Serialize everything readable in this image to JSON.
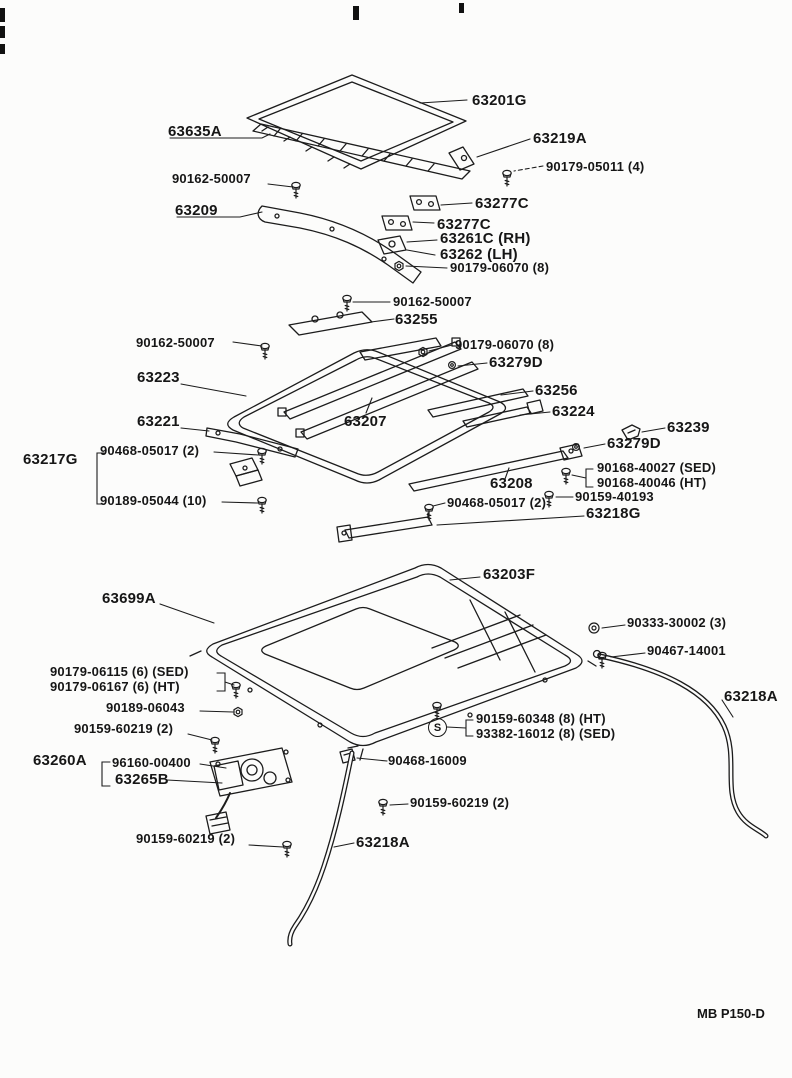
{
  "page": {
    "footer_code": "MB P150-D",
    "symbol_s": "S"
  },
  "labels": {
    "glass_panel": "63201G",
    "rail_63635a": "63635A",
    "bracket_63219a": "63219A",
    "screw_90179_05011": "90179-05011 (4)",
    "screw_90162_1": "90162-50007",
    "frame_63209": "63209",
    "plate_63277c_1": "63277C",
    "plate_63277c_2": "63277C",
    "bracket_63261c": "63261C (RH)",
    "bracket_63262": "63262 (LH)",
    "nut_90179_06070_1": "90179-06070 (8)",
    "screw_90162_2": "90162-50007",
    "rail_63255": "63255",
    "screw_90162_3": "90162-50007",
    "nut_90179_06070_2": "90179-06070 (8)",
    "clip_63279d_1": "63279D",
    "weatherstrip_63223": "63223",
    "rail_63256": "63256",
    "bracket_63221": "63221",
    "rail_63207": "63207",
    "rail_63224": "63224",
    "clip_63239": "63239",
    "clip_63279d_2": "63279D",
    "bracket_63217g": "63217G",
    "screw_90468_05017_1": "90468-05017 (2)",
    "bolt_90168_40027": "90168-40027 (SED)",
    "bolt_90168_40046": "90168-40046 (HT)",
    "rail_63208": "63208",
    "screw_90159_40193": "90159-40193",
    "screw_90189_05044": "90189-05044 (10)",
    "screw_90468_05017_2": "90468-05017 (2)",
    "guide_63218g": "63218G",
    "housing_63203f": "63203F",
    "seal_63699a": "63699A",
    "grommet_90333_30002": "90333-30002 (3)",
    "screw_90467_14001": "90467-14001",
    "screw_90179_06115": "90179-06115 (6) (SED)",
    "screw_90179_06167": "90179-06167 (6) (HT)",
    "hose_63218a_right": "63218A",
    "nut_90189_06043": "90189-06043",
    "screw_90159_60219_1": "90159-60219 (2)",
    "screw_90159_60348": "90159-60348 (8) (HT)",
    "screw_93382_16012": "93382-16012 (8) (SED)",
    "motor_63260a": "63260A",
    "motor_96160_00400": "96160-00400",
    "bracket_63265b": "63265B",
    "clip_90468_16009": "90468-16009",
    "screw_90159_60219_2": "90159-60219 (2)",
    "hose_63218a_bottom": "63218A",
    "screw_90159_60219_3": "90159-60219 (2)"
  }
}
